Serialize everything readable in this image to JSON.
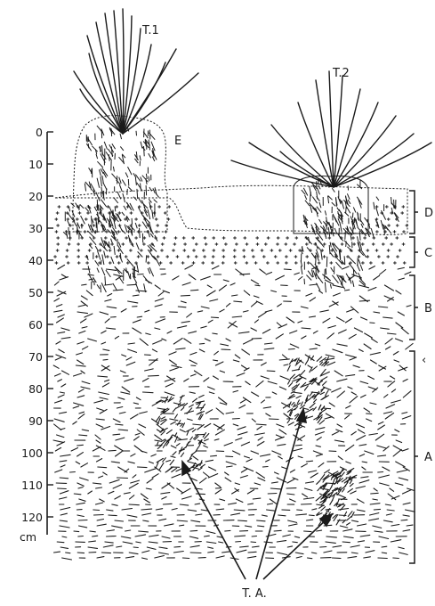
{
  "figure": {
    "plant_labels": {
      "t1": "T.1",
      "t2": "T.2"
    },
    "horizon_e": "E",
    "bracket_labels": {
      "d": "D",
      "c": "C",
      "b": "B",
      "sub": "‹",
      "a": "A"
    },
    "arrow_label": "T. A.",
    "depth_axis": {
      "unit": "cm",
      "ticks": [
        "0",
        "10",
        "20",
        "30",
        "40",
        "50",
        "60",
        "70",
        "80",
        "90",
        "100",
        "110",
        "120"
      ]
    }
  },
  "colors": {
    "ink": "#1a1a1a",
    "paper": "#ffffff"
  }
}
